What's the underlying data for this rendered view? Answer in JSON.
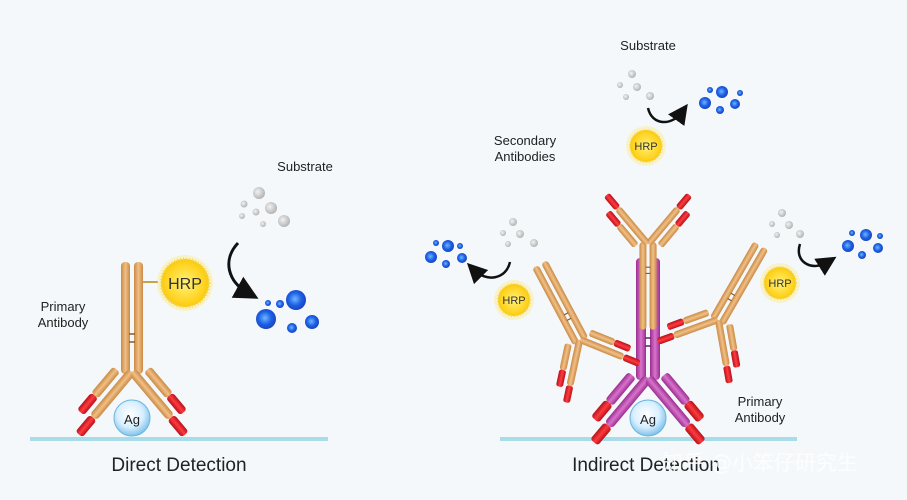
{
  "labels": {
    "substrate": "Substrate",
    "hrp": "HRP",
    "ag": "Ag",
    "primary_antibody_line1": "Primary",
    "primary_antibody_line2": "Antibody",
    "secondary_antibodies_line1": "Secondary",
    "secondary_antibodies_line2": "Antibodies",
    "direct_title": "Direct Detection",
    "indirect_title": "Indirect Detection"
  },
  "watermark": "知乎 @小笨仔研究生",
  "colors": {
    "background": "#f4f8fb",
    "primary_antibody": "#e0a463",
    "primary_antibody_dark": "#b97a3a",
    "indirect_primary_antibody": "#c44fb8",
    "indirect_primary_dark": "#8f2f86",
    "antibody_tip": "#e0202a",
    "hrp_fill": "#ffd92a",
    "substrate_gray": "#c8c8c8",
    "product_blue": "#1a55e0",
    "surface_line": "#a8dce8",
    "antigen": "#bfe3f7"
  },
  "icons": {
    "arrow": "curved-arrow-icon",
    "substrate": "substrate-dots-icon",
    "product": "blue-product-dots-icon"
  }
}
